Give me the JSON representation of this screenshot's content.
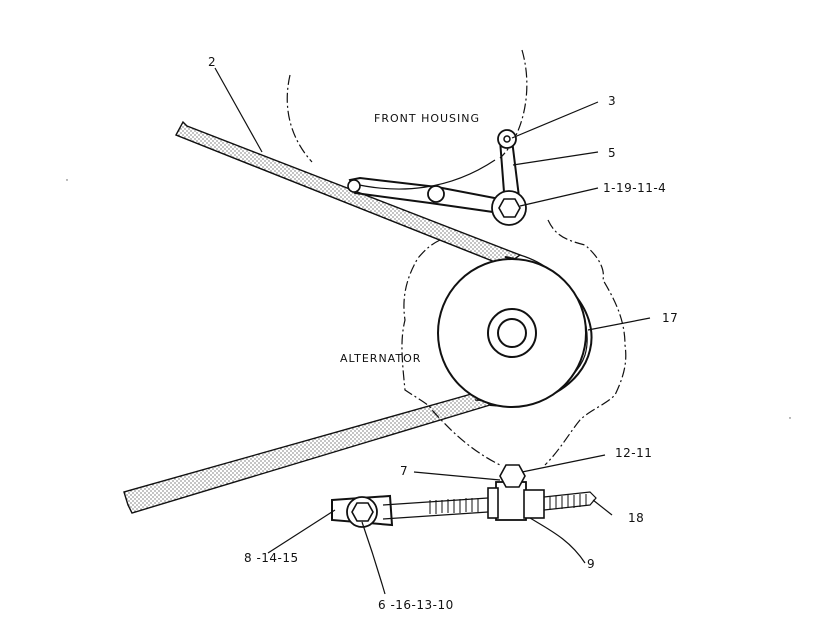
{
  "captions": {
    "front_housing": "FRONT HOUSING",
    "alternator": "ALTERNATOR"
  },
  "callouts": {
    "c2": "2",
    "c3": "3",
    "c5": "5",
    "c1_19_11_4": "1-19-11-4",
    "c17": "17",
    "c7": "7",
    "c12_11": "12-11",
    "c18": "18",
    "c9": "9",
    "c8_14_15": "8 -14-15",
    "c6_16_13_10": "6 -16-13-10"
  }
}
